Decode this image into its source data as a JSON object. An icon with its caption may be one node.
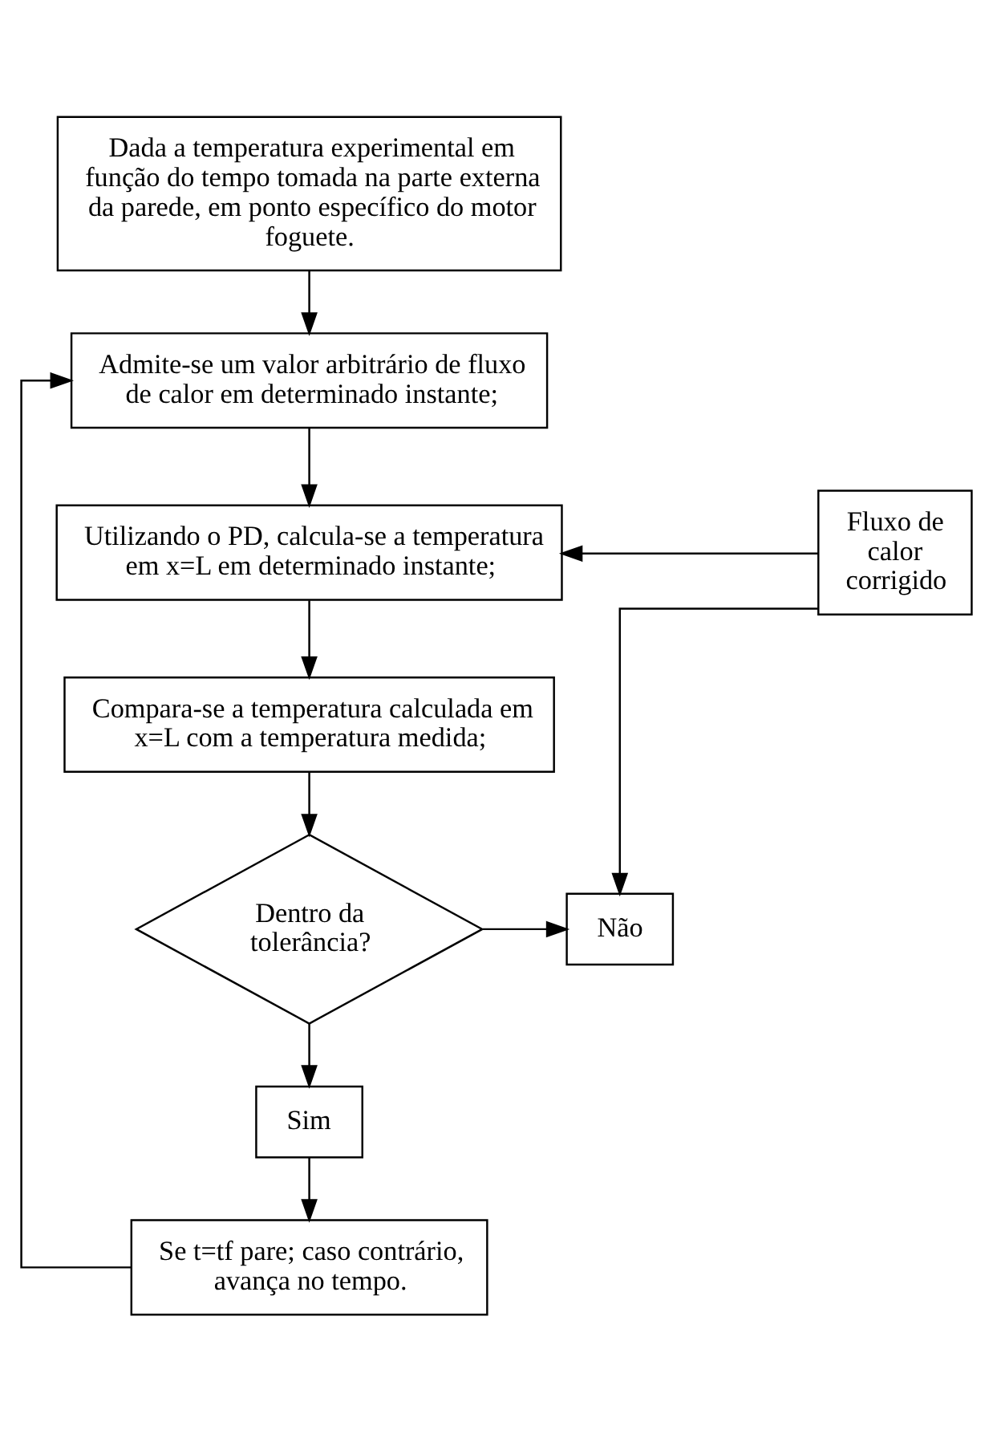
{
  "diagram": {
    "nodes": [
      {
        "text": [
          "Dada a temperatura experimental em função do tempo tomada na parte externa da parede, em ponto específico do motor foguete."
        ]
      },
      {
        "text": [
          "Admite-se um valor arbitrário de fluxo de calor em determinado instante;"
        ]
      },
      {
        "text": [
          "Utilizando o PD, calcula-se a temperatura em x=L em determinado instante;"
        ]
      },
      {
        "text": [
          "Compara-se a temperatura calculada em x=L com a temperatura medida;"
        ]
      },
      {
        "text": [
          "Dentro da tolerância?"
        ]
      },
      {
        "text": [
          "Não"
        ]
      },
      {
        "text": [
          "Fluxo de calor corrigido"
        ]
      },
      {
        "text": [
          "Sim"
        ]
      },
      {
        "text": [
          "Se t=tf pare; caso contrário, avança no tempo."
        ]
      }
    ],
    "edges": [
      {
        "from": 0,
        "to": 1,
        "arrow": "to"
      },
      {
        "from": 1,
        "to": 2,
        "arrow": "to"
      },
      {
        "from": 6,
        "to": 2,
        "arrow": "to"
      },
      {
        "from": 2,
        "to": 3,
        "arrow": "to"
      },
      {
        "from": 3,
        "to": 4,
        "arrow": "to"
      },
      {
        "from": 4,
        "to": 5,
        "arrow": "to"
      },
      {
        "from": 6,
        "to": 5,
        "arrow": "to"
      },
      {
        "from": 4,
        "to": 7,
        "arrow": "to"
      },
      {
        "from": 7,
        "to": 8,
        "arrow": "to"
      },
      {
        "from": 8,
        "to": 1,
        "arrow": "to"
      }
    ]
  }
}
